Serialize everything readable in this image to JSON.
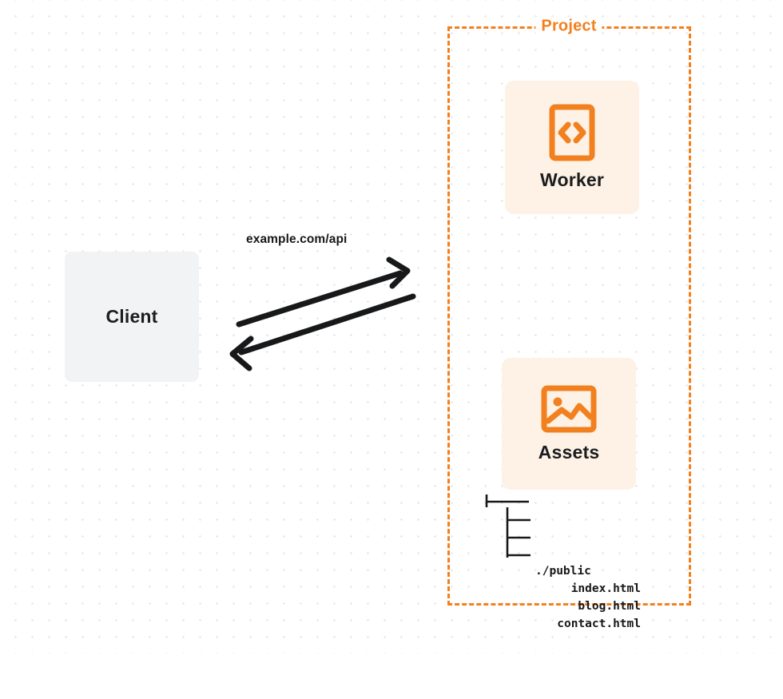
{
  "diagram": {
    "type": "architecture-diagram",
    "background": {
      "style": "dot-grid",
      "dot_color": "#e9e9ec",
      "page_color": "#ffffff"
    },
    "colors": {
      "accent_orange": "#f2801f",
      "card_fill": "#fdf2e5",
      "client_fill": "#f2f3f5",
      "text_dark": "#1d1d1f",
      "arrow": "#17181a"
    },
    "client": {
      "label": "Client"
    },
    "connection": {
      "label": "example.com/api",
      "direction": "bidirectional"
    },
    "project": {
      "title": "Project",
      "border_style": "dashed",
      "nodes": [
        {
          "id": "worker",
          "label": "Worker",
          "icon": "code-brackets-icon"
        },
        {
          "id": "assets",
          "label": "Assets",
          "icon": "image-icon"
        }
      ],
      "file_tree": {
        "root_prefix": "├──",
        "root": "./public",
        "children": [
          {
            "prefix": "│__",
            "name": "index.html"
          },
          {
            "prefix": "│__",
            "name": "blog.html"
          },
          {
            "prefix": "│__",
            "name": "contact.html"
          }
        ]
      }
    }
  }
}
